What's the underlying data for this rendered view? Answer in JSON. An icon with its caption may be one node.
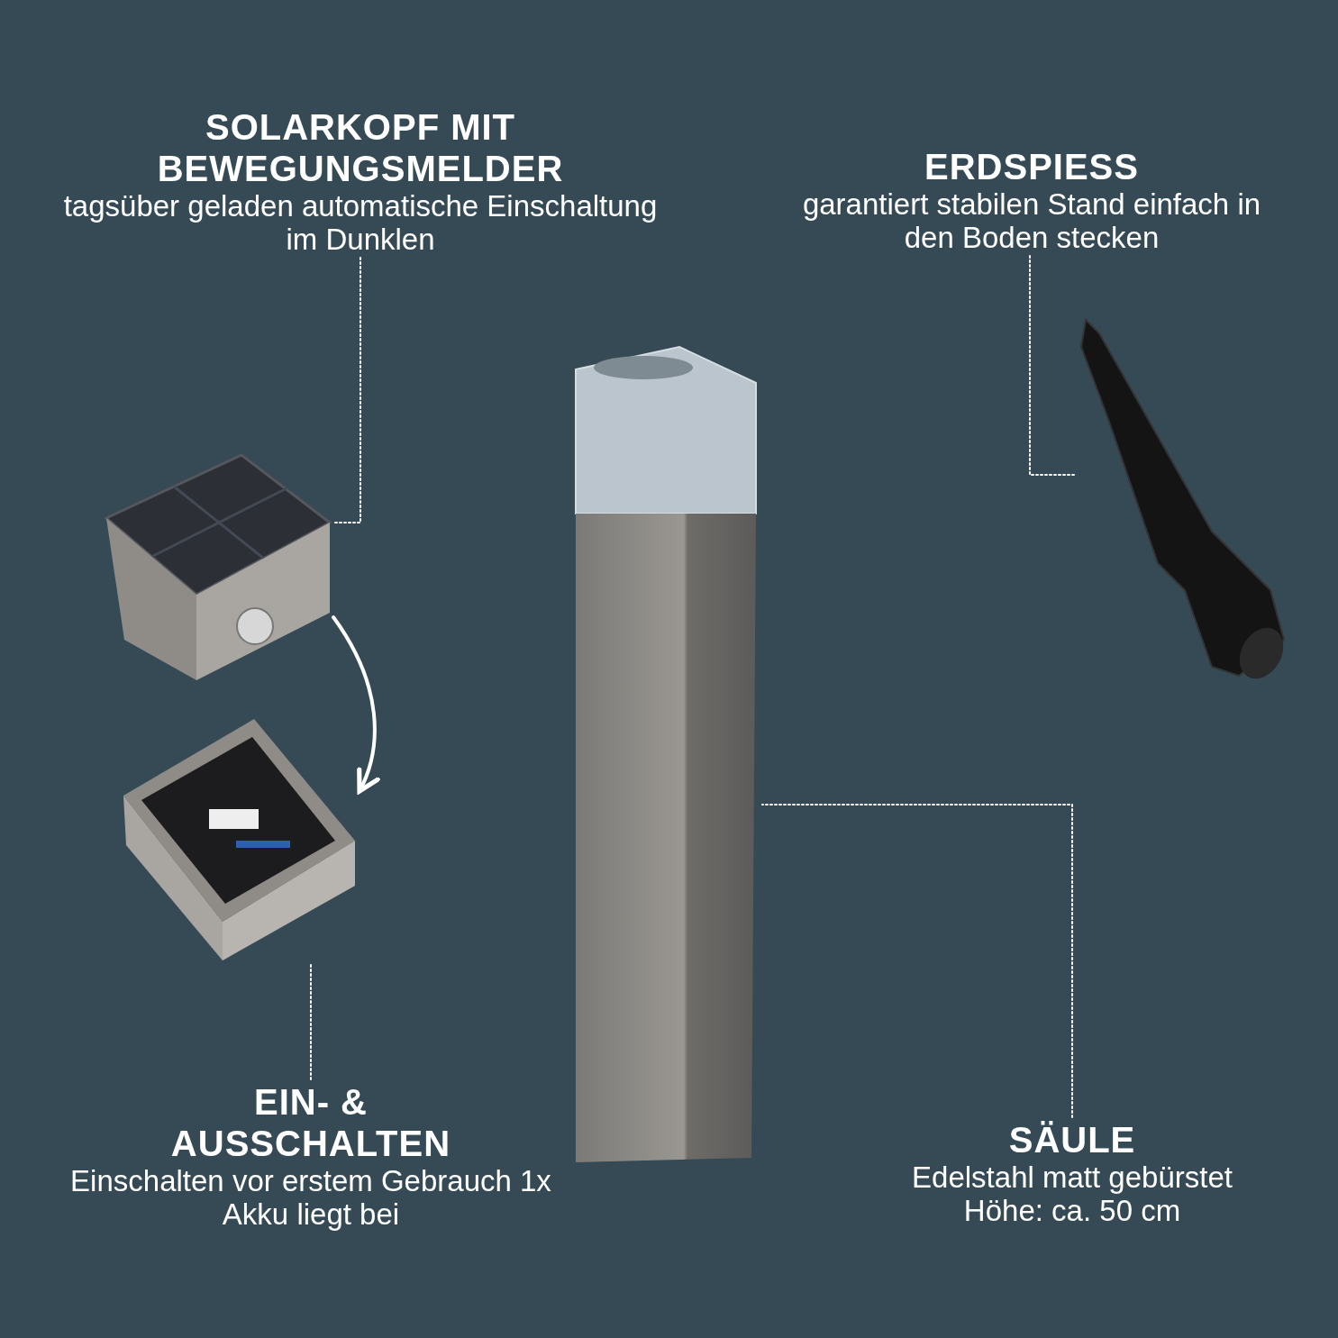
{
  "diagram": {
    "nodes": [
      {
        "text": [
          "SOLARKOPF MIT BEWEGUNGSMELDER",
          "tagsüber geladen automatische Einschaltung im Dunklen"
        ]
      },
      {
        "text": [],
        "shape": "picture"
      },
      {
        "text": [
          "ERDSPIESS",
          "garantiert stabilen Stand einfach in den Boden stecken"
        ]
      },
      {
        "text": [],
        "shape": "picture"
      },
      {
        "text": [],
        "shape": "picture"
      },
      {
        "text": [
          "EIN- & AUSSCHALTEN",
          "Einschalten vor erstem Gebrauch 1x Akku liegt bei"
        ]
      },
      {
        "text": [],
        "shape": "picture"
      },
      {
        "text": [
          "SÄULE",
          "Edelstahl matt gebürstet Höhe: ca. 50 cm"
        ]
      }
    ],
    "edges": [
      {
        "from": 0,
        "to": 1,
        "arrow": "none",
        "style": "dashed"
      },
      {
        "from": 2,
        "to": 3,
        "arrow": "none",
        "style": "dashed"
      },
      {
        "from": 1,
        "to": 4,
        "arrow": "to"
      },
      {
        "from": 5,
        "to": 4,
        "arrow": "none",
        "style": "dashed"
      },
      {
        "from": 7,
        "to": 6,
        "arrow": "none",
        "style": "dashed"
      }
    ]
  }
}
